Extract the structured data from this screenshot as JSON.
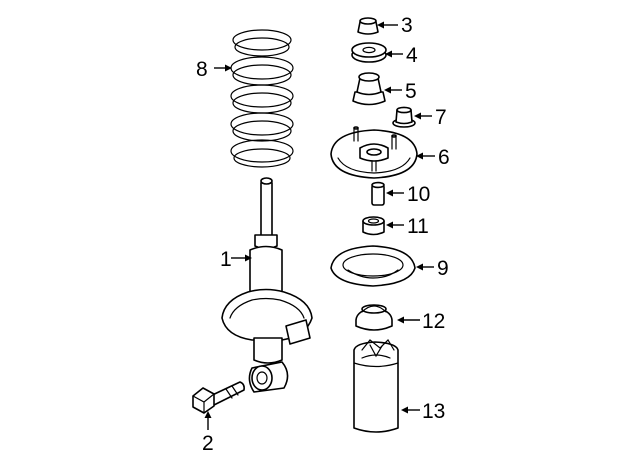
{
  "diagram": {
    "callouts": [
      {
        "key": "c1",
        "label": "1"
      },
      {
        "key": "c2",
        "label": "2"
      },
      {
        "key": "c3",
        "label": "3"
      },
      {
        "key": "c4",
        "label": "4"
      },
      {
        "key": "c5",
        "label": "5"
      },
      {
        "key": "c6",
        "label": "6"
      },
      {
        "key": "c7",
        "label": "7"
      },
      {
        "key": "c8",
        "label": "8"
      },
      {
        "key": "c9",
        "label": "9"
      },
      {
        "key": "c10",
        "label": "10"
      },
      {
        "key": "c11",
        "label": "11"
      },
      {
        "key": "c12",
        "label": "12"
      },
      {
        "key": "c13",
        "label": "13"
      }
    ],
    "colors": {
      "line": "#000000",
      "background": "#ffffff"
    }
  }
}
